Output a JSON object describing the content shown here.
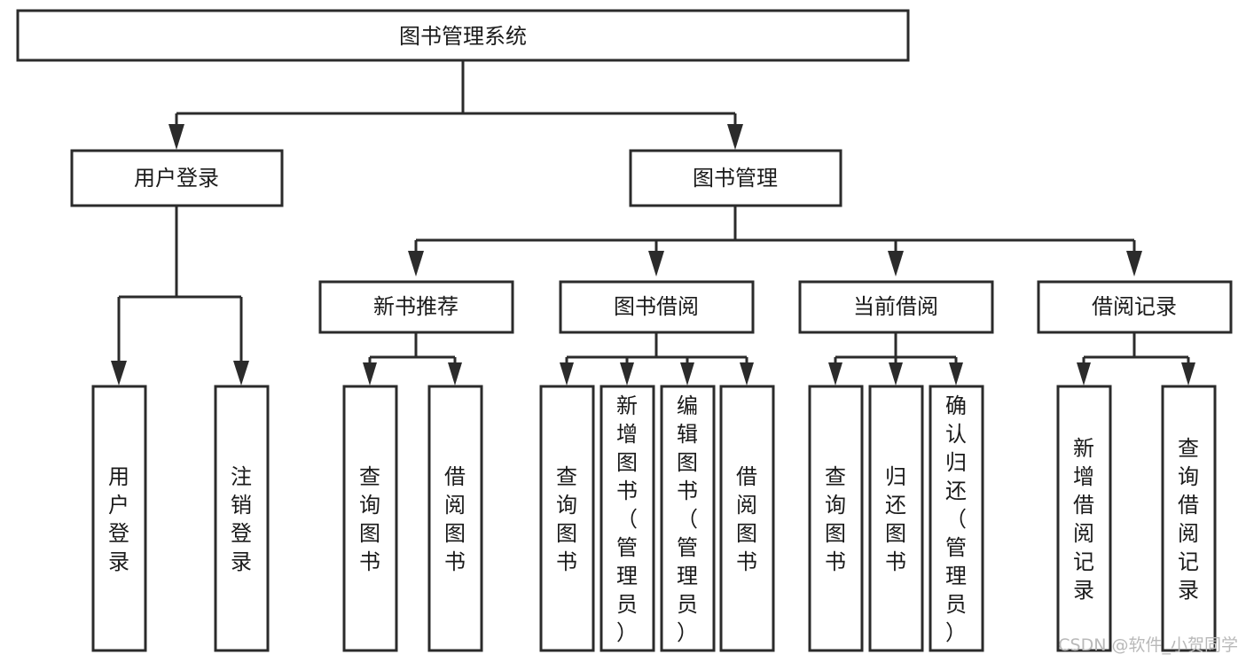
{
  "diagram": {
    "type": "tree-hierarchy",
    "title": "图书管理系统",
    "orientation": "top-down",
    "root": {
      "id": "root",
      "label": "图书管理系统"
    },
    "level2": [
      {
        "id": "user-login",
        "label": "用户登录"
      },
      {
        "id": "book-management",
        "label": "图书管理"
      }
    ],
    "level3": [
      {
        "id": "new-book-recommend",
        "label": "新书推荐",
        "parent": "book-management"
      },
      {
        "id": "book-borrow",
        "label": "图书借阅",
        "parent": "book-management"
      },
      {
        "id": "current-borrow",
        "label": "当前借阅",
        "parent": "book-management"
      },
      {
        "id": "borrow-record",
        "label": "借阅记录",
        "parent": "book-management"
      }
    ],
    "leaves": [
      {
        "id": "leaf-user-login",
        "label": "用户登录",
        "parent": "user-login"
      },
      {
        "id": "leaf-user-logout",
        "label": "注销登录",
        "parent": "user-login"
      },
      {
        "id": "leaf-query-book-1",
        "label": "查询图书",
        "parent": "new-book-recommend"
      },
      {
        "id": "leaf-borrow-book-1",
        "label": "借阅图书",
        "parent": "new-book-recommend"
      },
      {
        "id": "leaf-query-book-2",
        "label": "查询图书",
        "parent": "book-borrow"
      },
      {
        "id": "leaf-add-book",
        "label": "新增图书（管理员）",
        "parent": "book-borrow"
      },
      {
        "id": "leaf-edit-book",
        "label": "编辑图书（管理员）",
        "parent": "book-borrow"
      },
      {
        "id": "leaf-borrow-book-2",
        "label": "借阅图书",
        "parent": "book-borrow"
      },
      {
        "id": "leaf-query-book-3",
        "label": "查询图书",
        "parent": "current-borrow"
      },
      {
        "id": "leaf-return-book",
        "label": "归还图书",
        "parent": "current-borrow"
      },
      {
        "id": "leaf-confirm-return",
        "label": "确认归还（管理员）",
        "parent": "current-borrow"
      },
      {
        "id": "leaf-add-record",
        "label": "新增借阅记录",
        "parent": "borrow-record"
      },
      {
        "id": "leaf-query-record",
        "label": "查询借阅记录",
        "parent": "borrow-record"
      }
    ],
    "colors": {
      "box_stroke": "#2b2b2b",
      "box_fill": "#ffffff",
      "text": "#1a1a1a",
      "connector": "#2b2b2b",
      "watermark": "#b9b9b9",
      "background": "#ffffff"
    }
  },
  "watermark": {
    "label": "CSDN @软件_小贺同学"
  }
}
